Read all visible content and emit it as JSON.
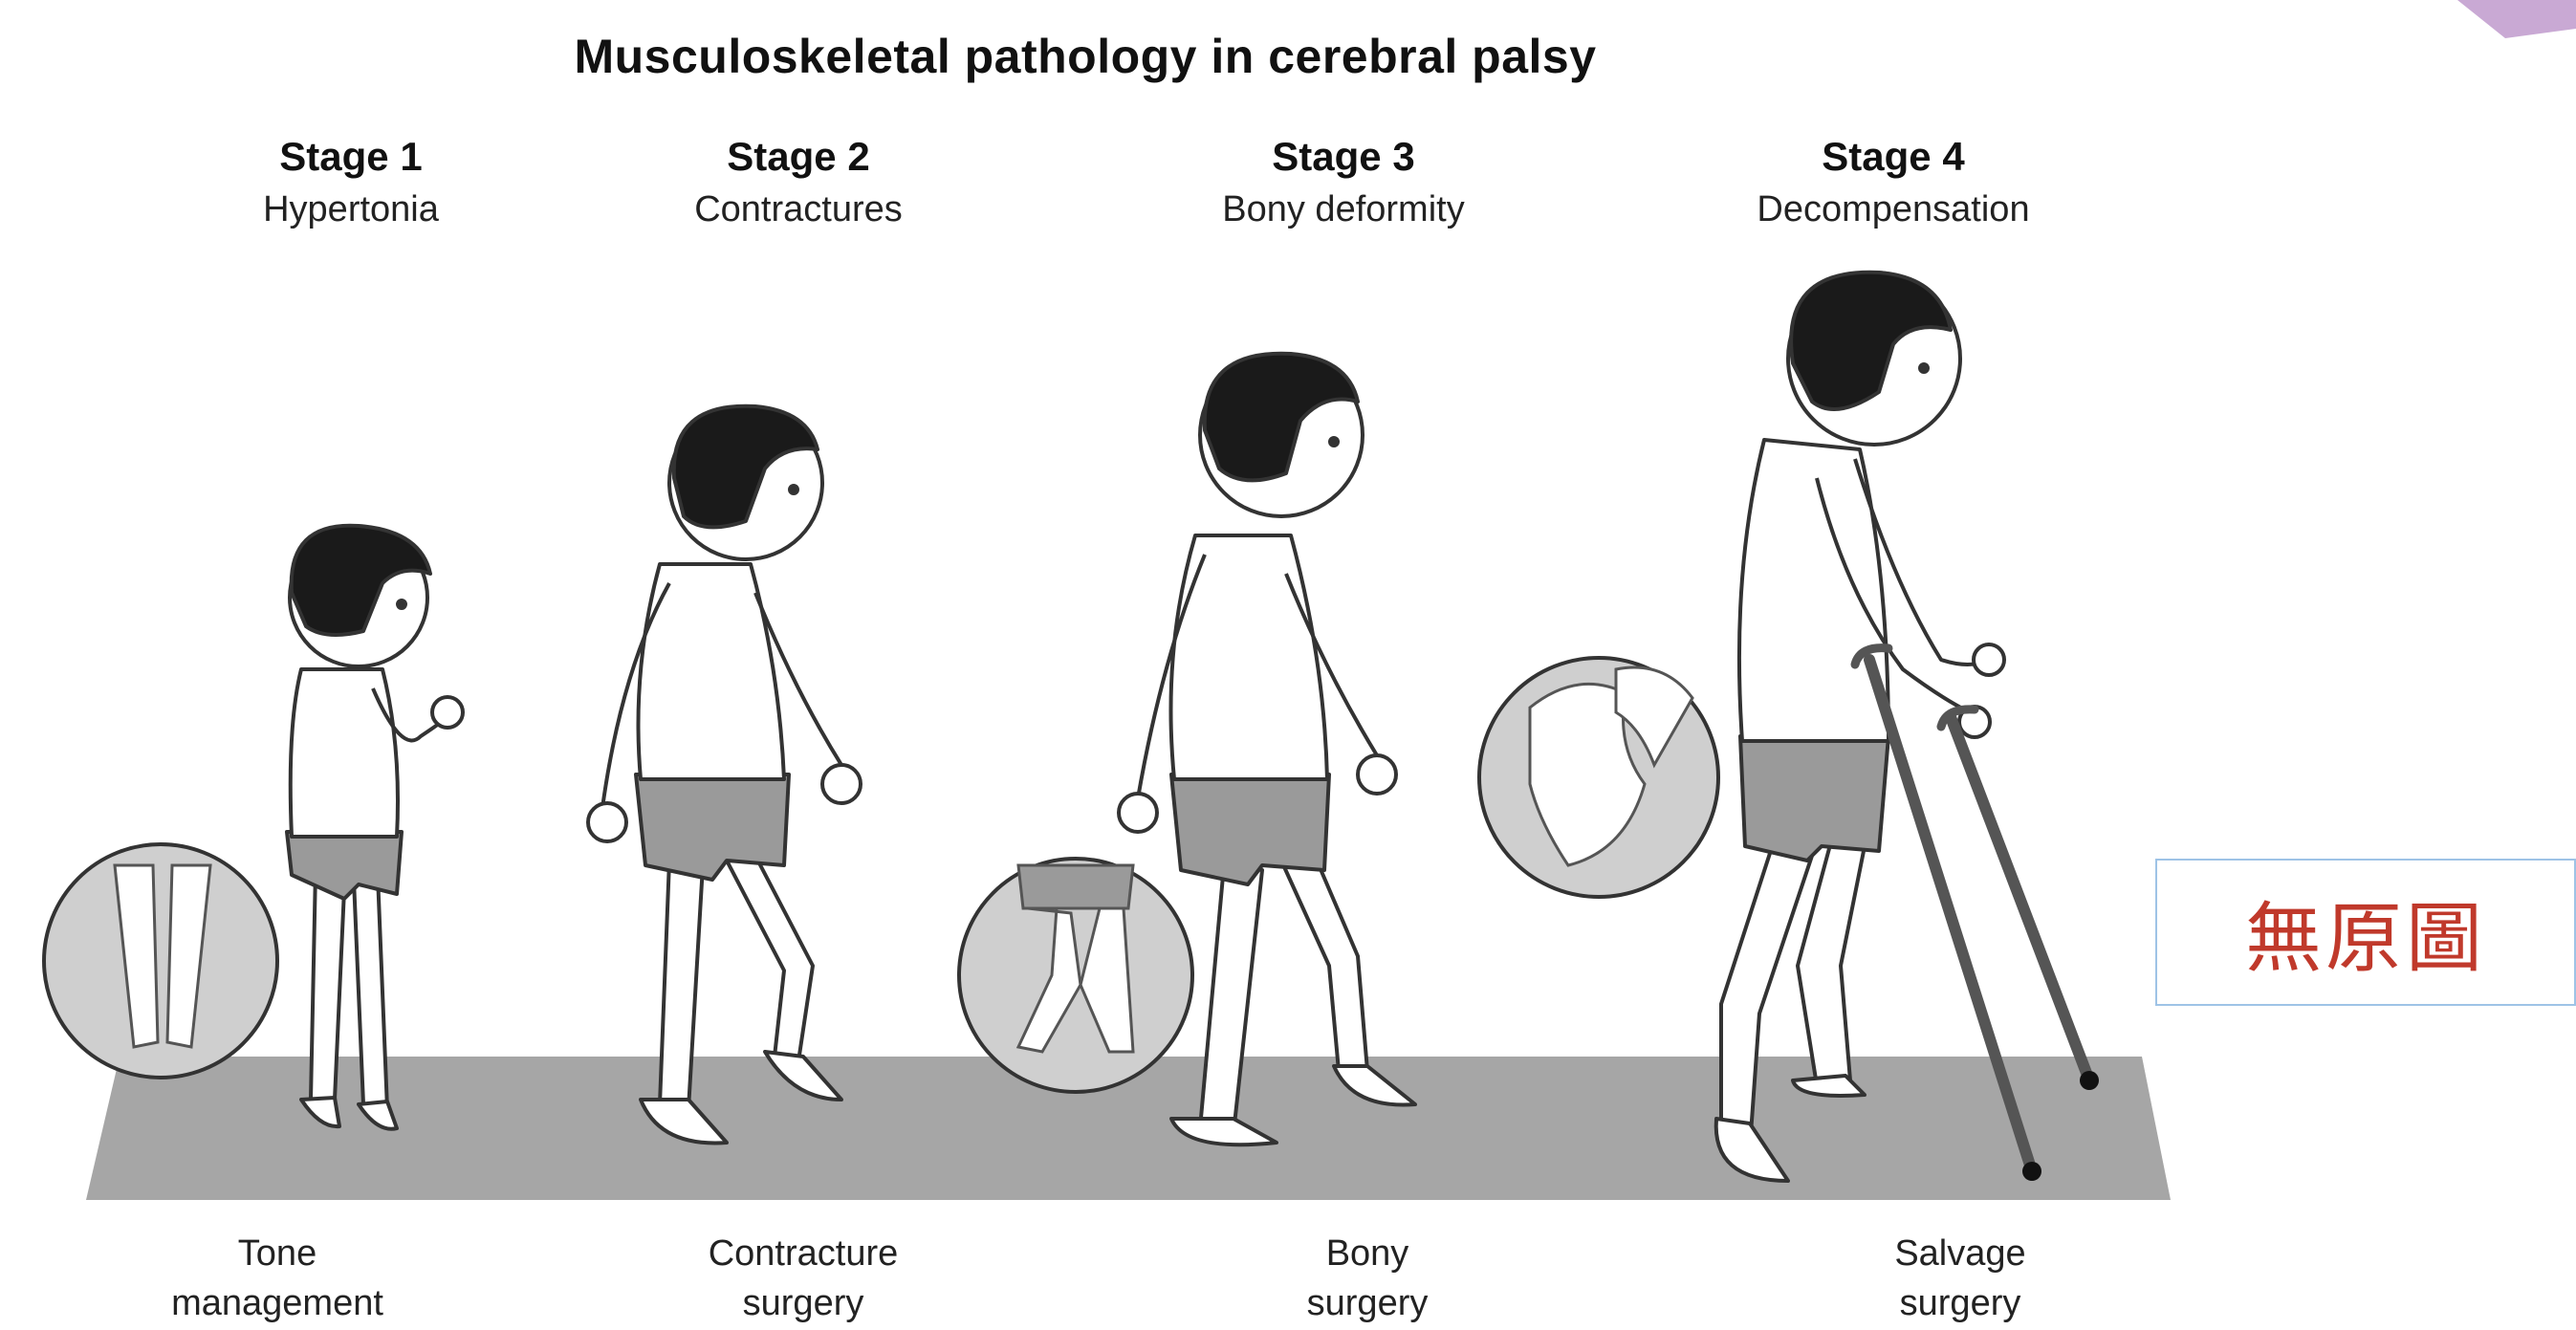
{
  "figure": {
    "title": "Musculoskeletal pathology in cerebral palsy"
  },
  "stages": [
    {
      "number": "Stage 1",
      "name": "Hypertonia",
      "treatment": [
        "Tone",
        "management"
      ]
    },
    {
      "number": "Stage 2",
      "name": "Contractures",
      "treatment": [
        "Contracture",
        "surgery"
      ]
    },
    {
      "number": "Stage 3",
      "name": "Bony deformity",
      "treatment": [
        "Bony",
        "surgery"
      ]
    },
    {
      "number": "Stage 4",
      "name": "Decompensation",
      "treatment": [
        "Salvage",
        "surgery"
      ]
    }
  ],
  "overlay_note": {
    "text": "無原圖",
    "text_color": "#c0392b",
    "border_color": "#9ec3e6"
  },
  "colors": {
    "floor": "#a6a6a6",
    "shorts": "#9a9a9a",
    "hair": "#1a1a1a",
    "inset_bg": "#cfcfcf",
    "corner_accent": "#c9a9d4"
  },
  "icons": [
    "corner-decoration-icon"
  ]
}
